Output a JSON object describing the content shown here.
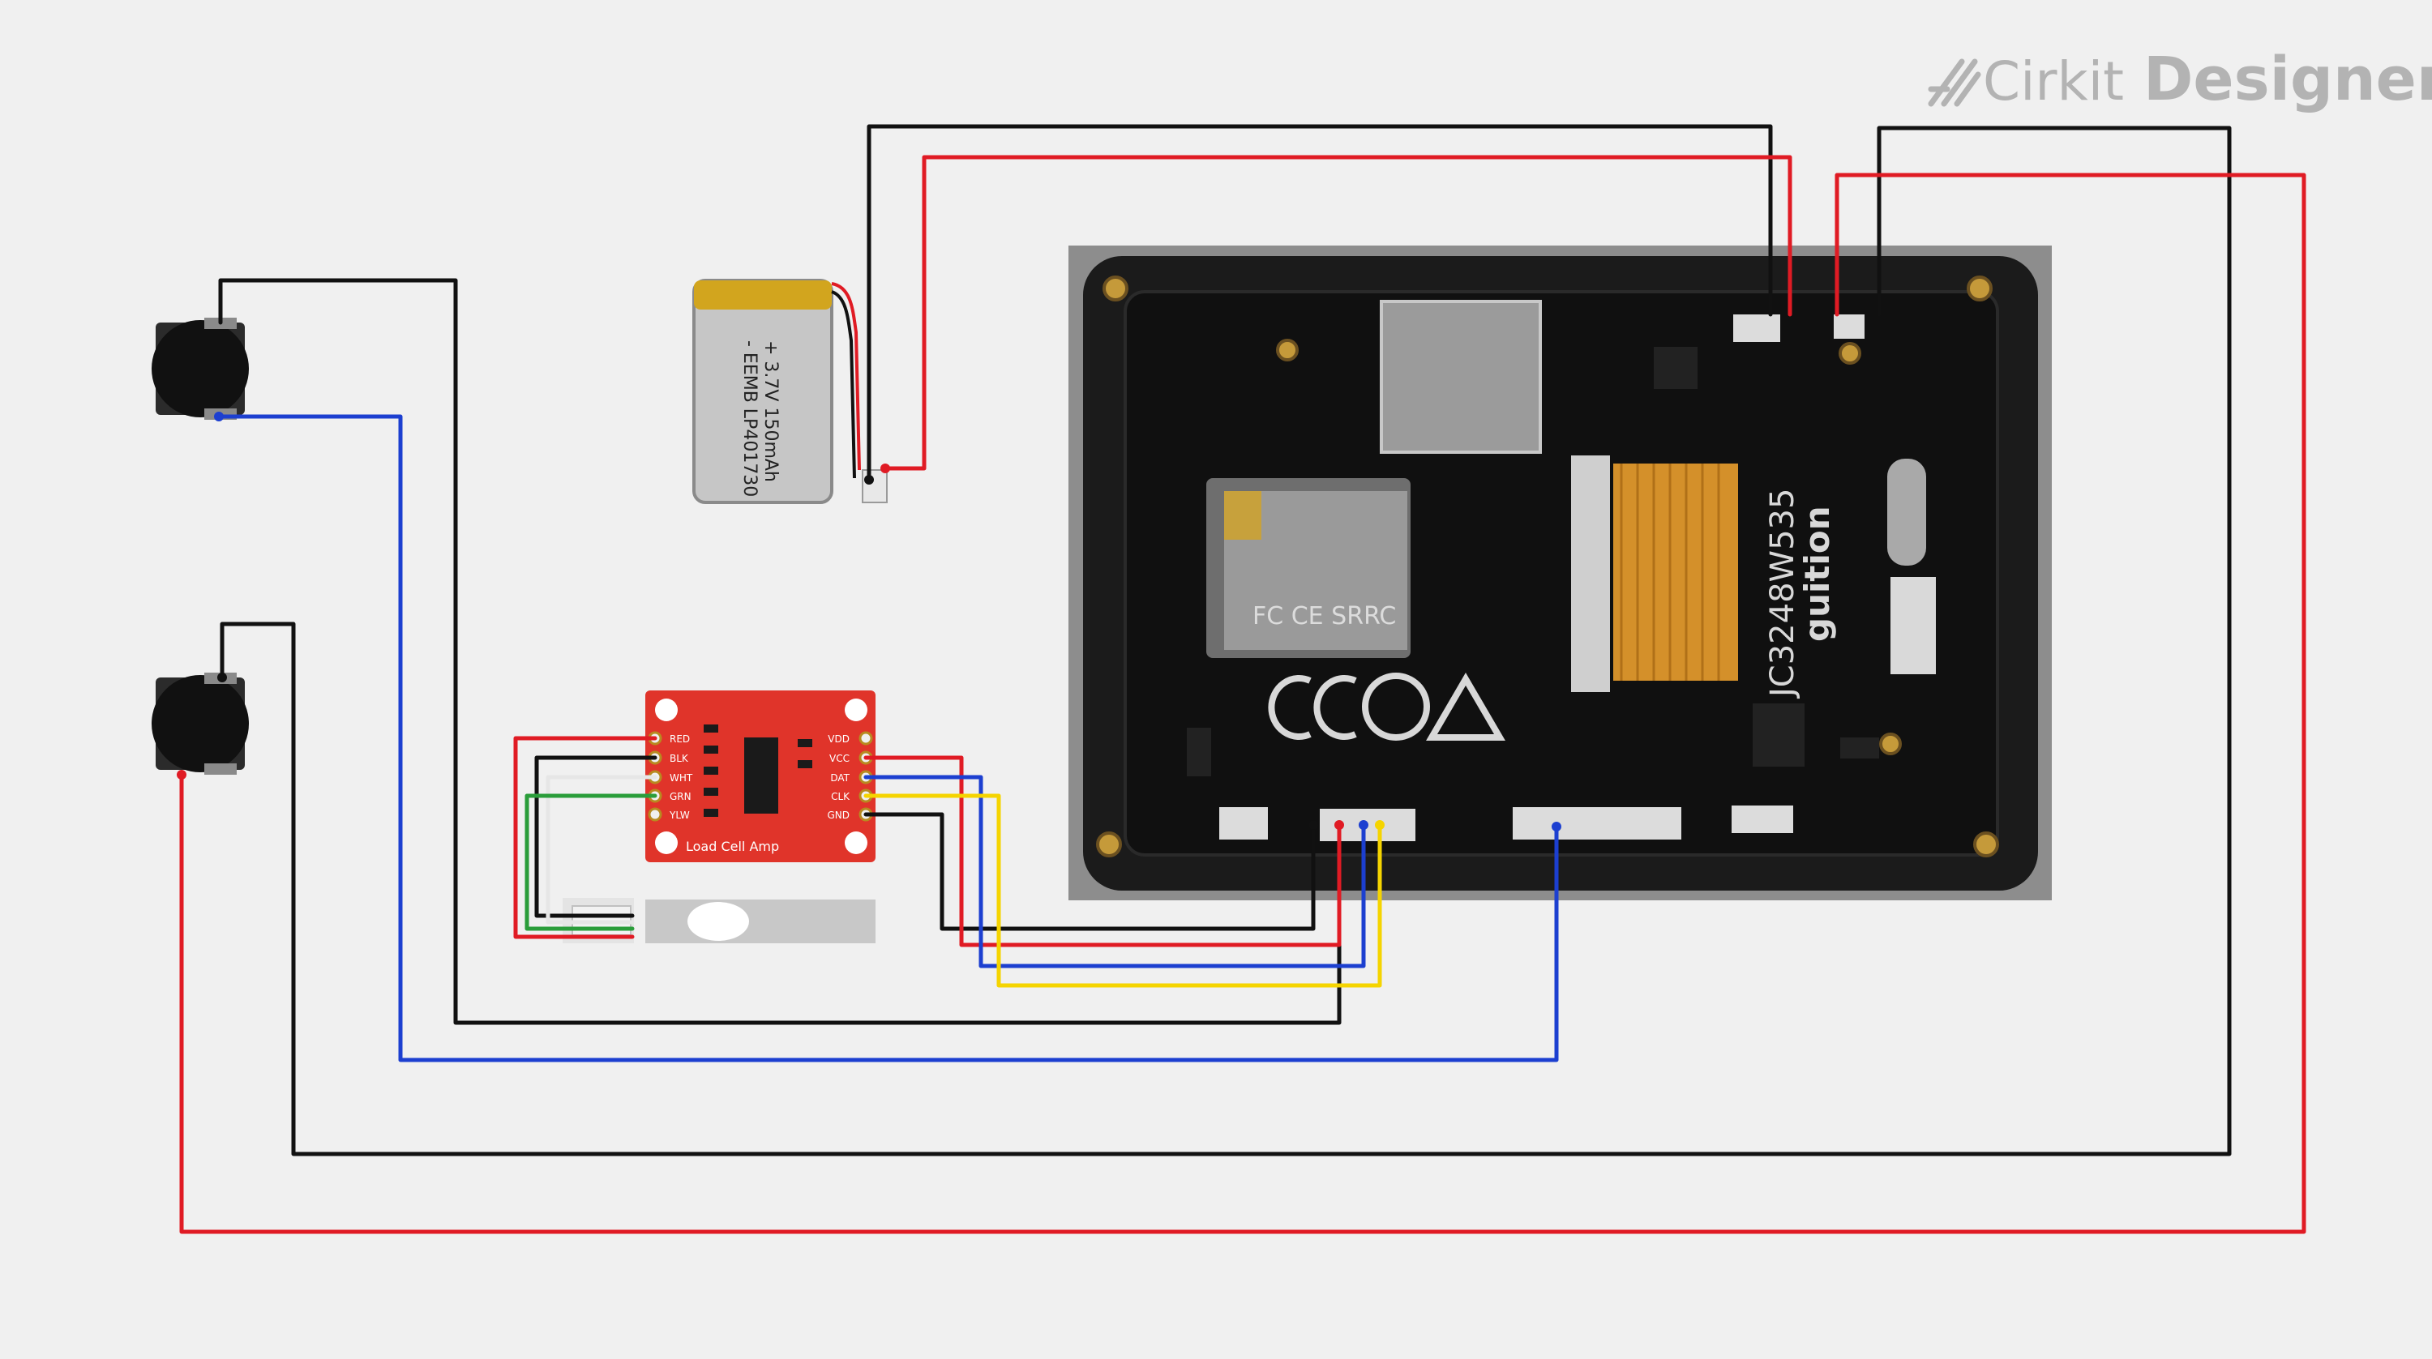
{
  "brand": {
    "name_part1": "Cirkit",
    "name_part2": "Designer",
    "icon": "cirkit-logo-icon"
  },
  "battery": {
    "brand_label": "- EEMB LP401730",
    "spec_label": "+ 3.7V 150mAh"
  },
  "load_cell_amp": {
    "title": "Load Cell Amp",
    "left_pins": [
      "RED",
      "BLK",
      "WHT",
      "GRN",
      "YLW"
    ],
    "right_pins": [
      "VDD",
      "VCC",
      "DAT",
      "CLK",
      "GND"
    ]
  },
  "display_board": {
    "model_label": "JC3248W535",
    "brand_label": "guition",
    "cert_label": "FC CE SRRC"
  },
  "colors": {
    "background": "#f0f0f0",
    "wire_red": "#e01b24",
    "wire_black": "#111111",
    "wire_blue": "#1c3fd0",
    "wire_yellow": "#f5d400",
    "wire_green": "#2a9d3a",
    "wire_white": "#e6e6e6",
    "amp_board": "#e0342a",
    "pcb": "#141414",
    "brand_text": "#b3b3b3"
  }
}
